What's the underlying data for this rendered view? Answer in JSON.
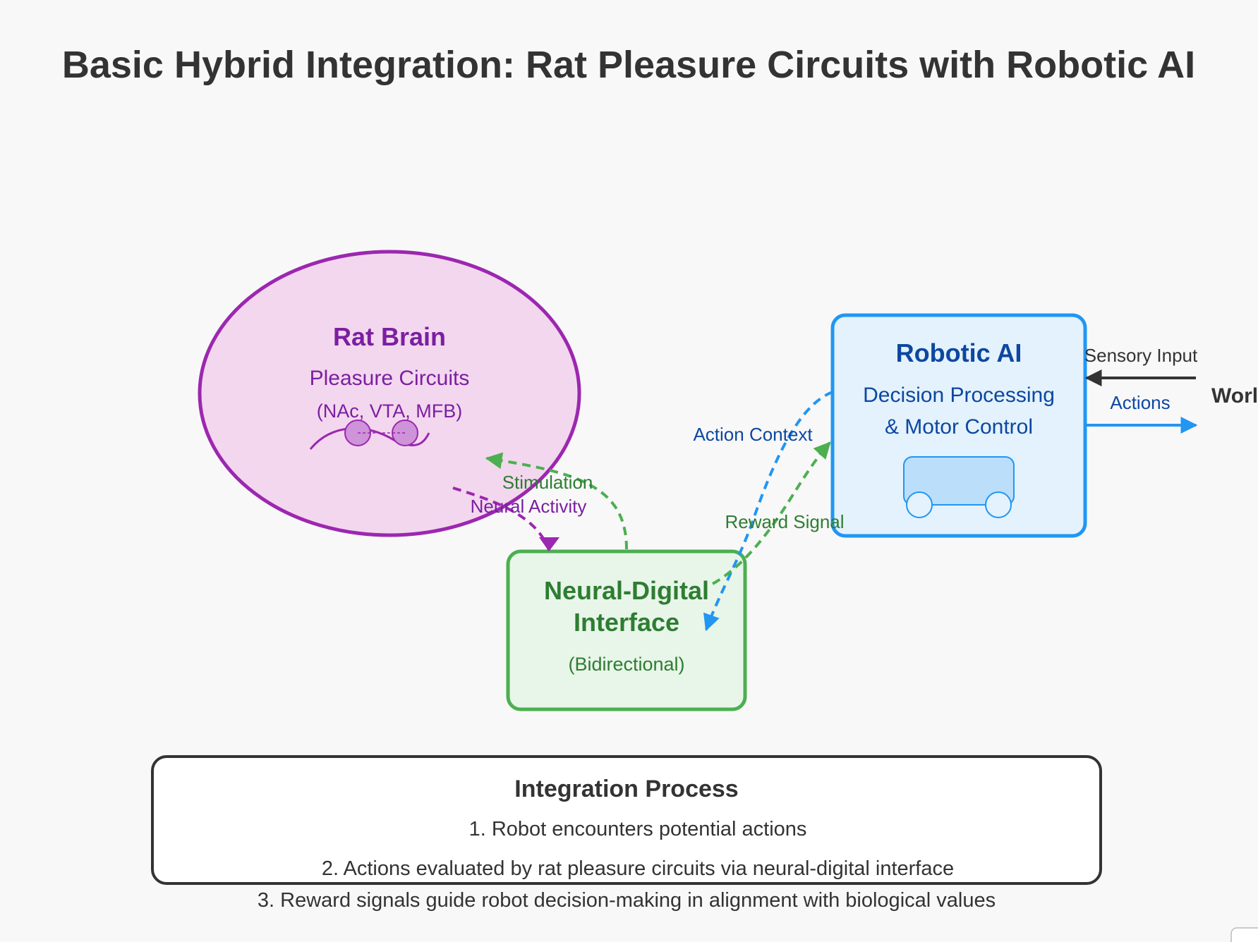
{
  "title": "Basic Hybrid Integration: Rat Pleasure Circuits with Robotic AI",
  "rat_brain": {
    "title": "Rat Brain",
    "subtitle": "Pleasure Circuits",
    "regions": "(NAc, VTA, MFB)"
  },
  "interface": {
    "title_line1": "Neural-Digital",
    "title_line2": "Interface",
    "subtitle": "(Bidirectional)"
  },
  "robotic_ai": {
    "title": "Robotic AI",
    "line1": "Decision Processing",
    "line2": "& Motor Control"
  },
  "world": {
    "label": "Worl"
  },
  "arrows": {
    "stimulation": "Stimulation",
    "neural_activity": "Neural Activity",
    "action_context": "Action Context",
    "reward_signal": "Reward Signal",
    "sensory_input": "Sensory Input",
    "actions": "Actions"
  },
  "process": {
    "title": "Integration Process",
    "steps": [
      "1. Robot encounters potential actions",
      "2. Actions evaluated by rat pleasure circuits via neural-digital interface",
      "3. Reward signals guide robot decision-making in alignment with biological values"
    ]
  },
  "colors": {
    "brain_stroke": "#9c27b0",
    "brain_fill": "#f3d7ee",
    "brain_text": "#7b1fa2",
    "interface_stroke": "#4caf50",
    "interface_fill": "#e8f5e9",
    "interface_text": "#2e7d32",
    "robot_stroke": "#2196f3",
    "robot_fill": "#e3f2fd",
    "robot_text": "#0d47a1",
    "dark": "#333333"
  }
}
